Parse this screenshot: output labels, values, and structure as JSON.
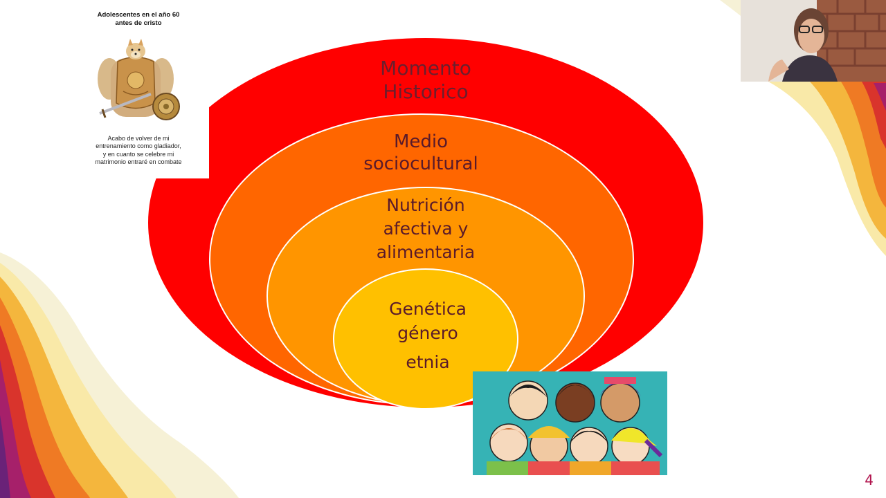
{
  "meme": {
    "title": "Adolescentes en el año 60 antes de cristo",
    "caption": "Acabo de volver de mi entrenamiento como gladiador, y en cuanto se celebre mi matrimonio entraré en combate"
  },
  "diagram": {
    "rings": [
      {
        "lines": [
          "Momento",
          "Historico"
        ],
        "color": "#ff0000"
      },
      {
        "lines": [
          "Medio",
          "sociocultural"
        ],
        "color": "#ff6600"
      },
      {
        "lines": [
          "Nutrición",
          "afectiva y",
          "alimentaria"
        ],
        "color": "#ff9500"
      },
      {
        "lines": [
          "Genética",
          "género",
          "etnia"
        ],
        "color": "#ffc000"
      }
    ]
  },
  "slide_number": "4",
  "colors": {
    "outer": "#ff0000",
    "second": "#ff6600",
    "third": "#ff9500",
    "inner": "#ffc000",
    "text": "#5a1a2a",
    "slide_number": "#b0134d"
  },
  "icons": [
    "doge-gladiator-image",
    "children-illustration-image",
    "webcam-presenter-feed"
  ]
}
